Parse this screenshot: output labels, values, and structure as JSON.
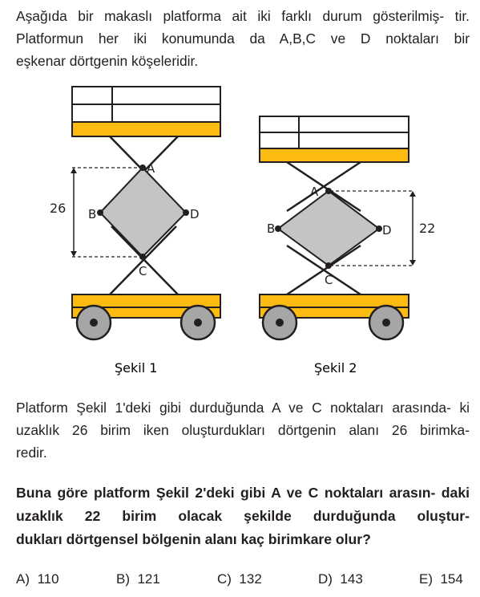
{
  "problem": {
    "intro_lines": [
      "Aşağıda bir makaslı platforma ait iki farklı durum gösterilmiş-",
      "tir. Platformun her iki konumunda da A,B,C ve D noktaları bir",
      "eşkenar dörtgenin köşeleridir."
    ],
    "given_lines": [
      "Platform Şekil 1'deki gibi durduğunda A ve C noktaları arasında-",
      "ki uzaklık 26 birim iken oluşturdukları dörtgenin alanı 26 birimka-",
      "redir."
    ],
    "question_lines": [
      "Buna göre platform Şekil 2'deki gibi A ve C noktaları arasın-",
      "daki uzaklık 22 birim olacak şekilde durduğunda oluştur-",
      "dukları dörtgensel bölgenin alanı kaç birimkare olur?"
    ]
  },
  "figure": {
    "figure1": {
      "caption": "Şekil 1",
      "dimension": "26",
      "points": {
        "a": "A",
        "b": "B",
        "c": "C",
        "d": "D"
      }
    },
    "figure2": {
      "caption": "Şekil 2",
      "dimension": "22",
      "points": {
        "a": "A",
        "b": "B",
        "c": "C",
        "d": "D"
      }
    },
    "colors": {
      "platform_yellow": "#fbbb10",
      "rhombus_gray": "#c4c4c4",
      "wheel_gray": "#a6a6a6",
      "line": "#231f20"
    }
  },
  "options": [
    {
      "letter": "A)",
      "value": "110"
    },
    {
      "letter": "B)",
      "value": "121"
    },
    {
      "letter": "C)",
      "value": "132"
    },
    {
      "letter": "D)",
      "value": "143"
    },
    {
      "letter": "E)",
      "value": "154"
    }
  ]
}
